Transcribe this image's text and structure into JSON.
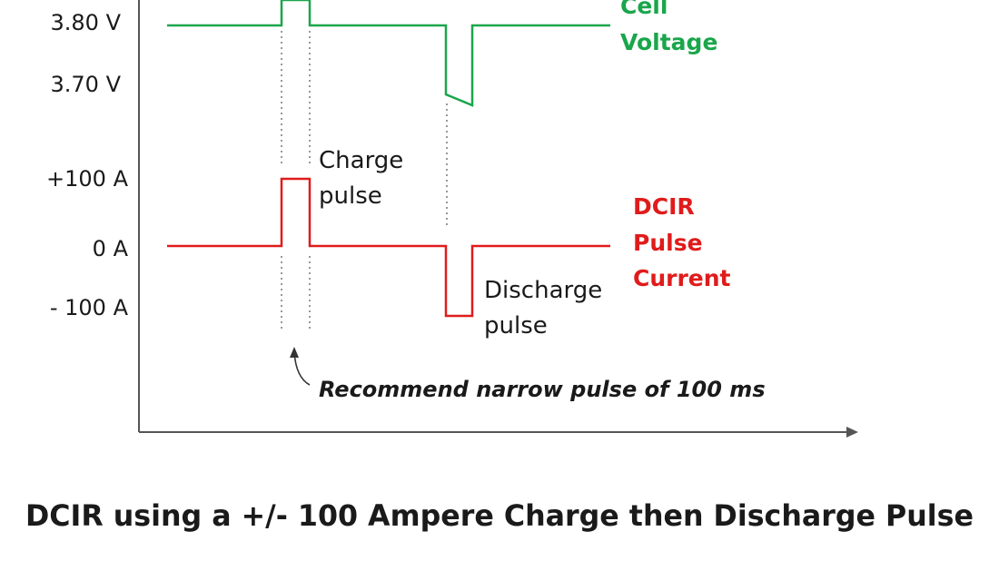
{
  "y_ticks": {
    "v_380": "3.80 V",
    "v_370": "3.70 V",
    "a_pos100": "+100 A",
    "a_0": "0 A",
    "a_neg100": "- 100 A"
  },
  "voltage_label": [
    "Cell",
    "Voltage"
  ],
  "current_label": [
    "DCIR",
    "Pulse",
    "Current"
  ],
  "charge_pulse_note": [
    "Charge",
    "pulse"
  ],
  "discharge_pulse_note": [
    "Discharge",
    "pulse"
  ],
  "narrow_pulse_note": "Recommend narrow pulse of 100 ms",
  "caption": "DCIR using a +/- 100 Ampere Charge then Discharge Pulse",
  "colors": {
    "voltage": "#1aa64b",
    "current": "#e01b1b",
    "axis": "#555555"
  }
}
